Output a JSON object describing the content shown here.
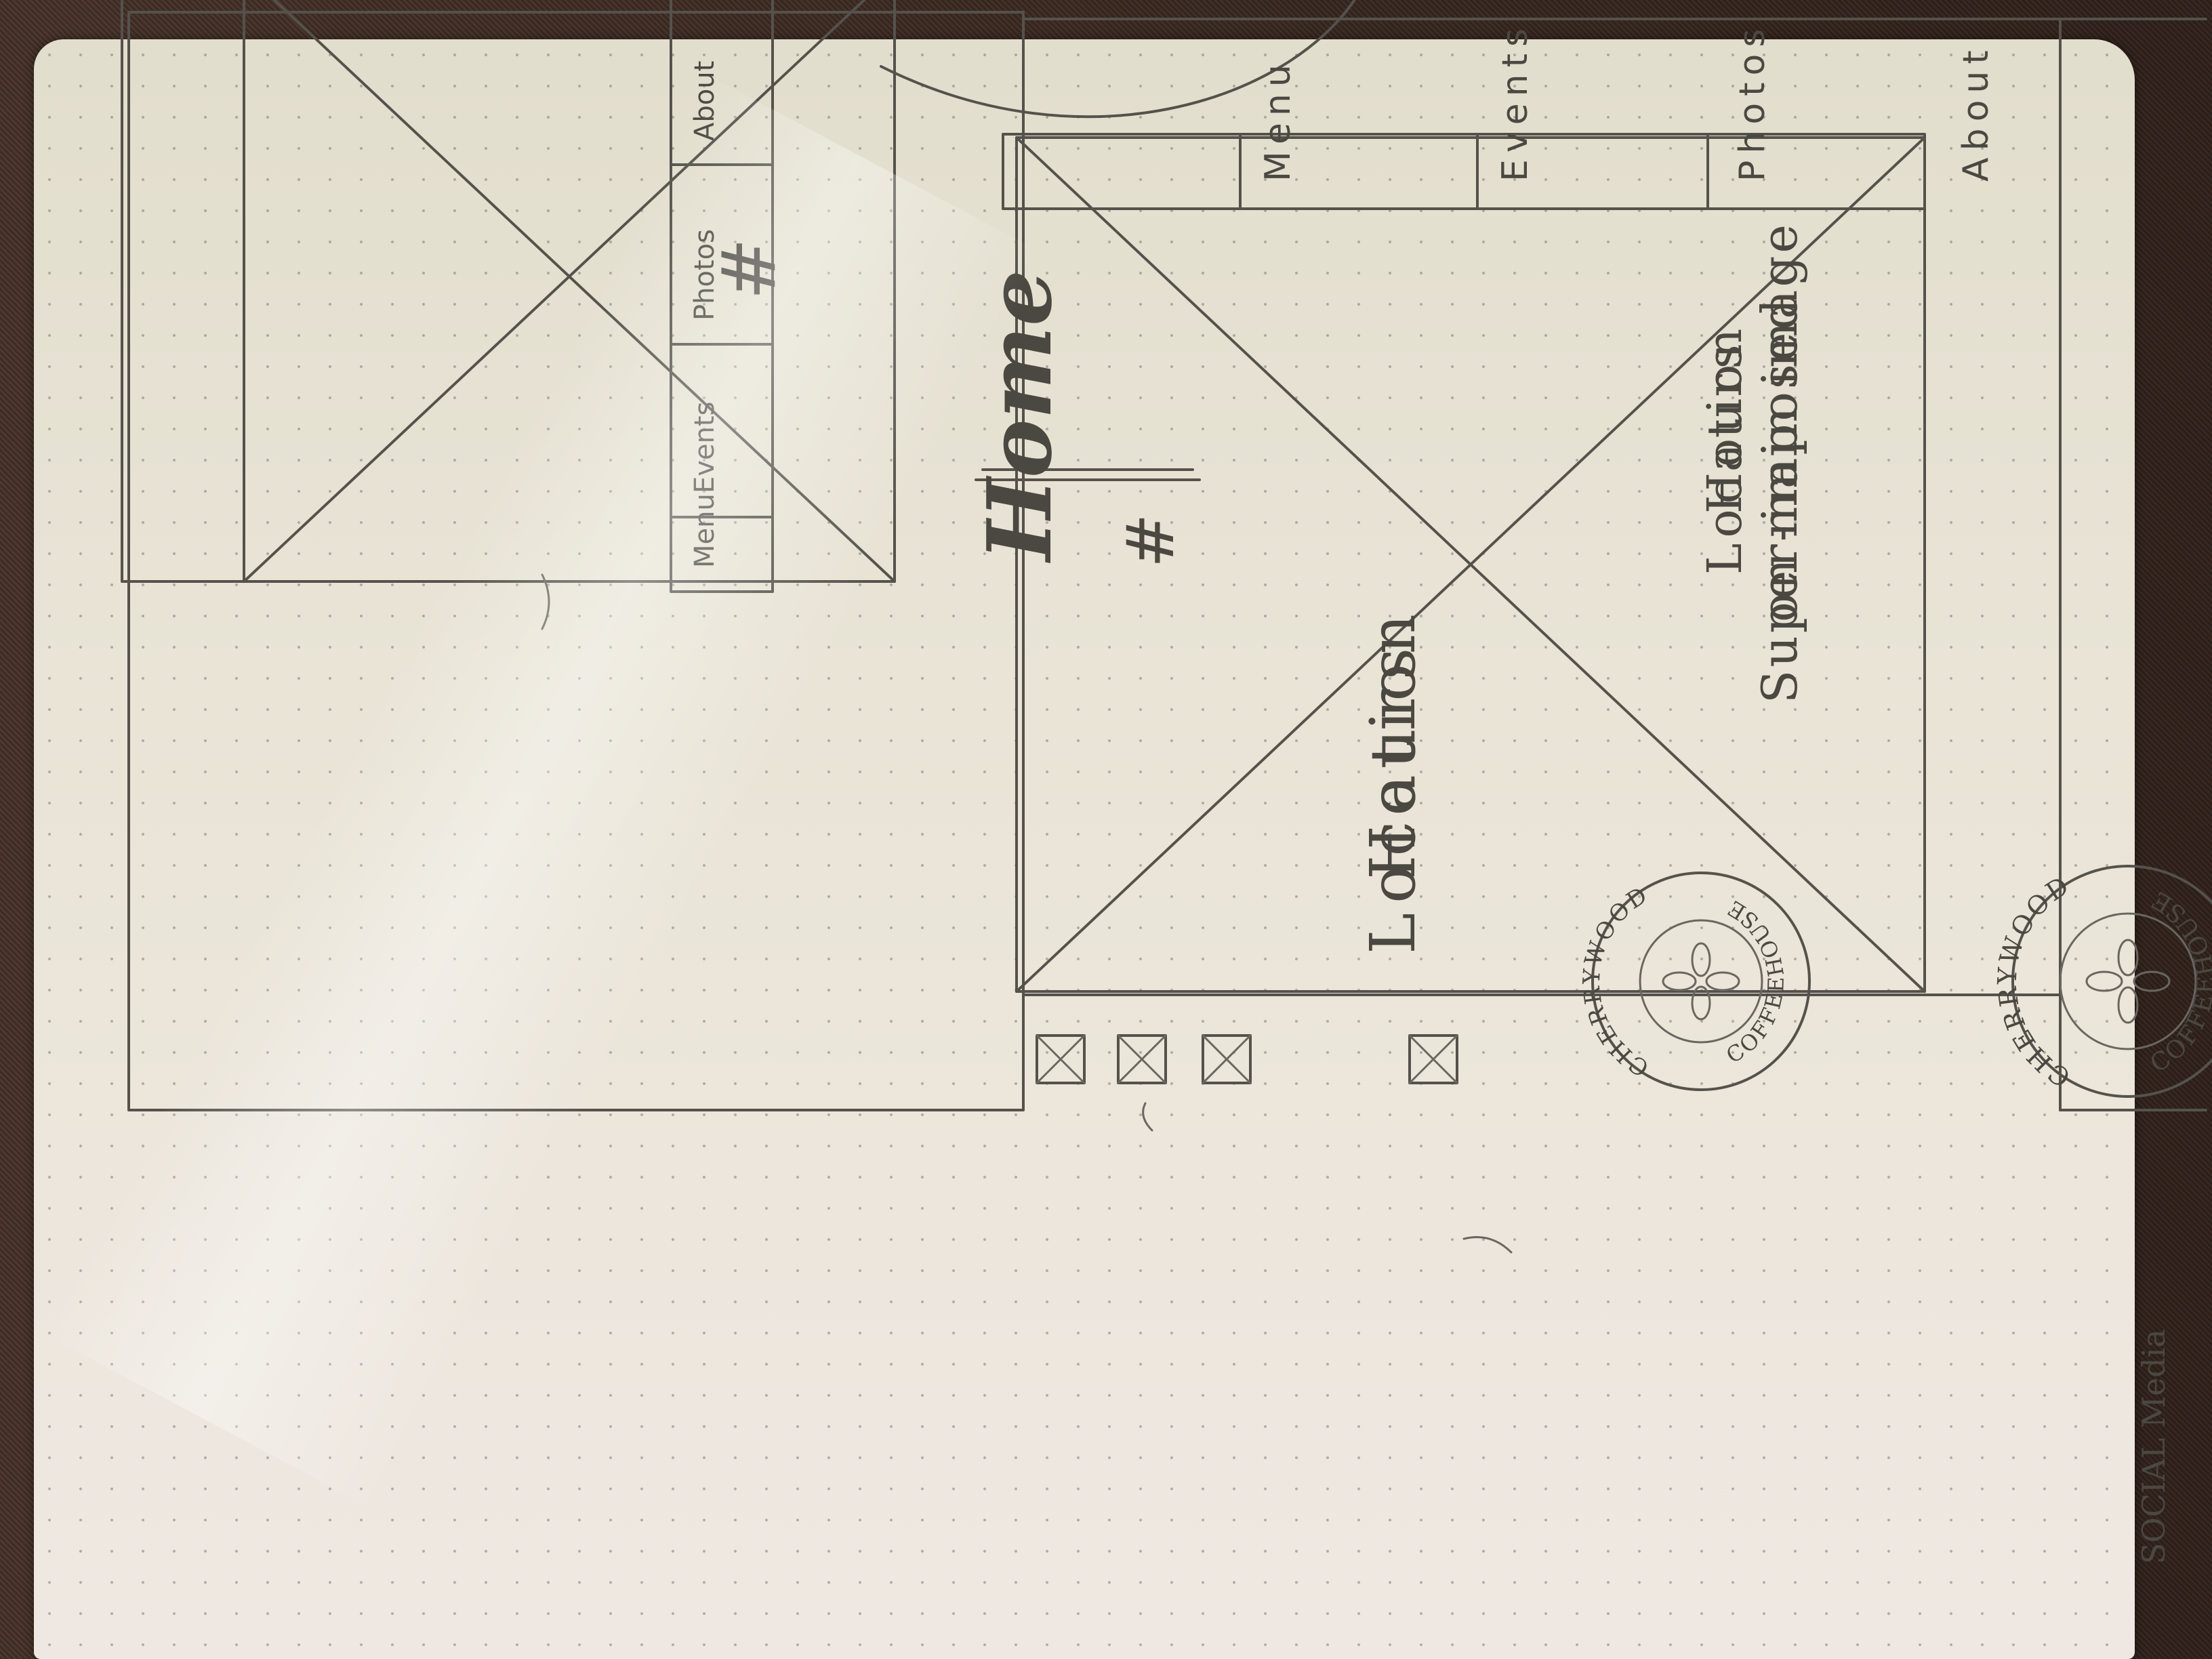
{
  "annotations": {
    "social_media": "SOCIAL Media",
    "superimposed": "Super-imposed",
    "on_main_image": "on main image",
    "page_name": "Home"
  },
  "logo": {
    "top_text": "CHERRYWOOD",
    "bottom_text": "COFFEEHOUSE"
  },
  "desktop": {
    "location": "Location",
    "hours": "Hours",
    "phone_symbol": "#",
    "nav": [
      {
        "label": "Menu"
      },
      {
        "label": "Events"
      },
      {
        "label": "Photos"
      },
      {
        "label": "About"
      }
    ]
  },
  "mobile": {
    "location": "Location",
    "hours": "Hours",
    "phone_symbol": "#",
    "nav": [
      {
        "label": "Menu"
      },
      {
        "label": "Events"
      },
      {
        "label": "Photos"
      },
      {
        "label": "About"
      }
    ]
  },
  "colors": {
    "ink": "#55524c",
    "paper": "#e9e4d6",
    "background": "#3a2a22"
  }
}
